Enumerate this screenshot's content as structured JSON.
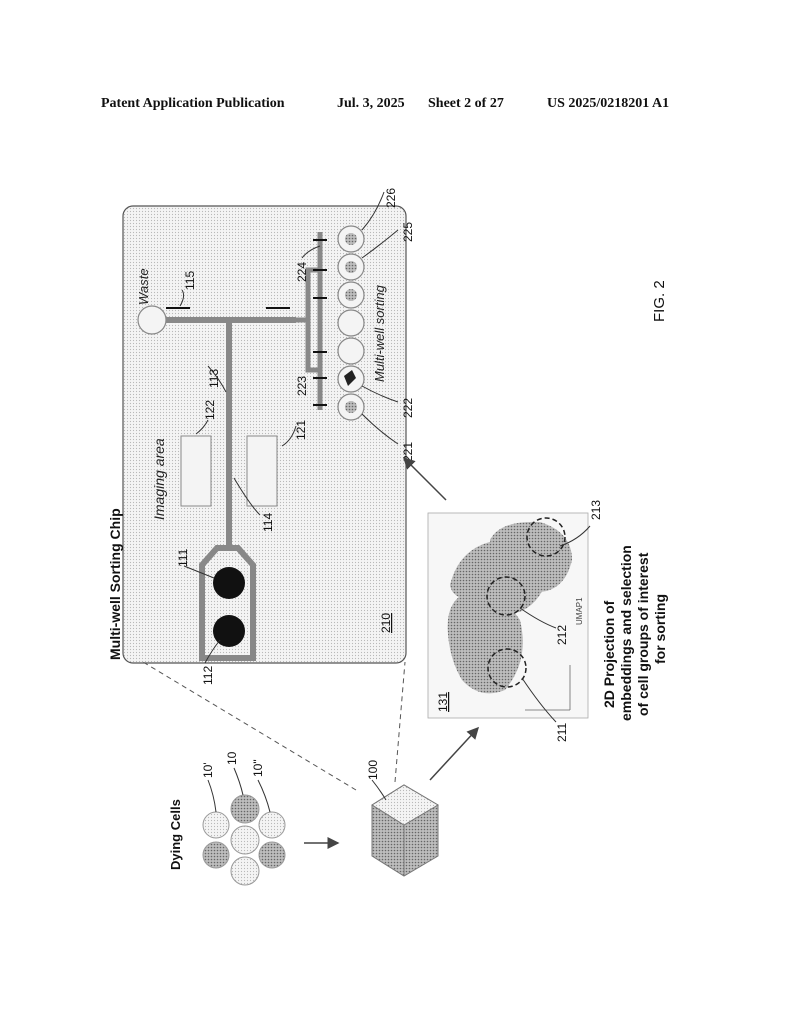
{
  "header": {
    "publication": "Patent Application Publication",
    "date": "Jul. 3, 2025",
    "sheet": "Sheet 2 of 27",
    "number": "US 2025/0218201 A1"
  },
  "figure_label": "FIG. 2",
  "chip": {
    "title": "Multi-well Sorting Chip",
    "ref": "210",
    "imaging_label": "Imaging area",
    "waste_label": "Waste",
    "sorting_label": "Multi-well sorting"
  },
  "dying_cells": {
    "title": "Dying Cells",
    "labels": [
      "10'",
      "10",
      "10\""
    ]
  },
  "device_ref": "100",
  "projection": {
    "ref": "131",
    "axis_label": "UMAP1",
    "caption": [
      "2D Projection of",
      "embeddings and selection",
      "of cell groups of interest",
      "for sorting"
    ]
  },
  "refs": {
    "r111": "111",
    "r112": "112",
    "r113": "113",
    "r114": "114",
    "r115": "115",
    "r121": "121",
    "r122": "122",
    "r211": "211",
    "r212": "212",
    "r213": "213",
    "r221": "221",
    "r222": "222",
    "r223": "223",
    "r224": "224",
    "r225": "225",
    "r226": "226"
  }
}
